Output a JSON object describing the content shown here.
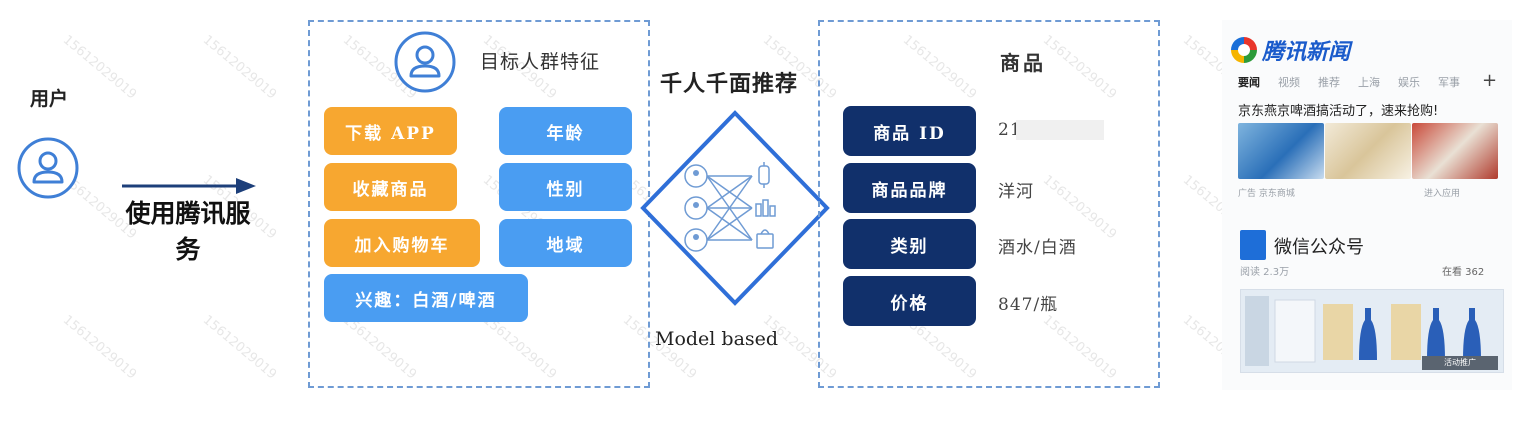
{
  "user": {
    "title": "用户",
    "action_label": "使用腾讯服务"
  },
  "target": {
    "title": "目标人群特征",
    "tags_orange": [
      "下载 APP",
      "收藏商品",
      "加入购物车"
    ],
    "tags_blue": [
      "年龄",
      "性别",
      "地域"
    ],
    "interest": "兴趣：白酒/啤酒"
  },
  "recommend": {
    "title": "千人千面推荐",
    "method": "Model based"
  },
  "product": {
    "title": "商品",
    "rows": [
      {
        "label": "商品 ID",
        "value": "21"
      },
      {
        "label": "商品品牌",
        "value": "洋河"
      },
      {
        "label": "类别",
        "value": "酒水/白酒"
      },
      {
        "label": "价格",
        "value": "847/瓶"
      }
    ]
  },
  "news": {
    "brand": "腾讯新闻",
    "nav": [
      "要闻",
      "视频",
      "推荐",
      "上海",
      "娱乐",
      "军事"
    ],
    "plus": "+",
    "headline": "京东燕京啤酒搞活动了，速来抢购!",
    "ad_tag": "广告  京东商城",
    "ad_link": "进入应用",
    "wechat_name": "微信公众号",
    "wechat_read": "阅读 2.3万",
    "wechat_look": "在看 362",
    "wechat_promo": "活动推广"
  },
  "watermark": "15612029019",
  "colors": {
    "orange": "#f7a730",
    "blue": "#4a9df2",
    "navy": "#11306b",
    "dash": "#6f9bd4",
    "icon_blue": "#3f7fd6"
  }
}
